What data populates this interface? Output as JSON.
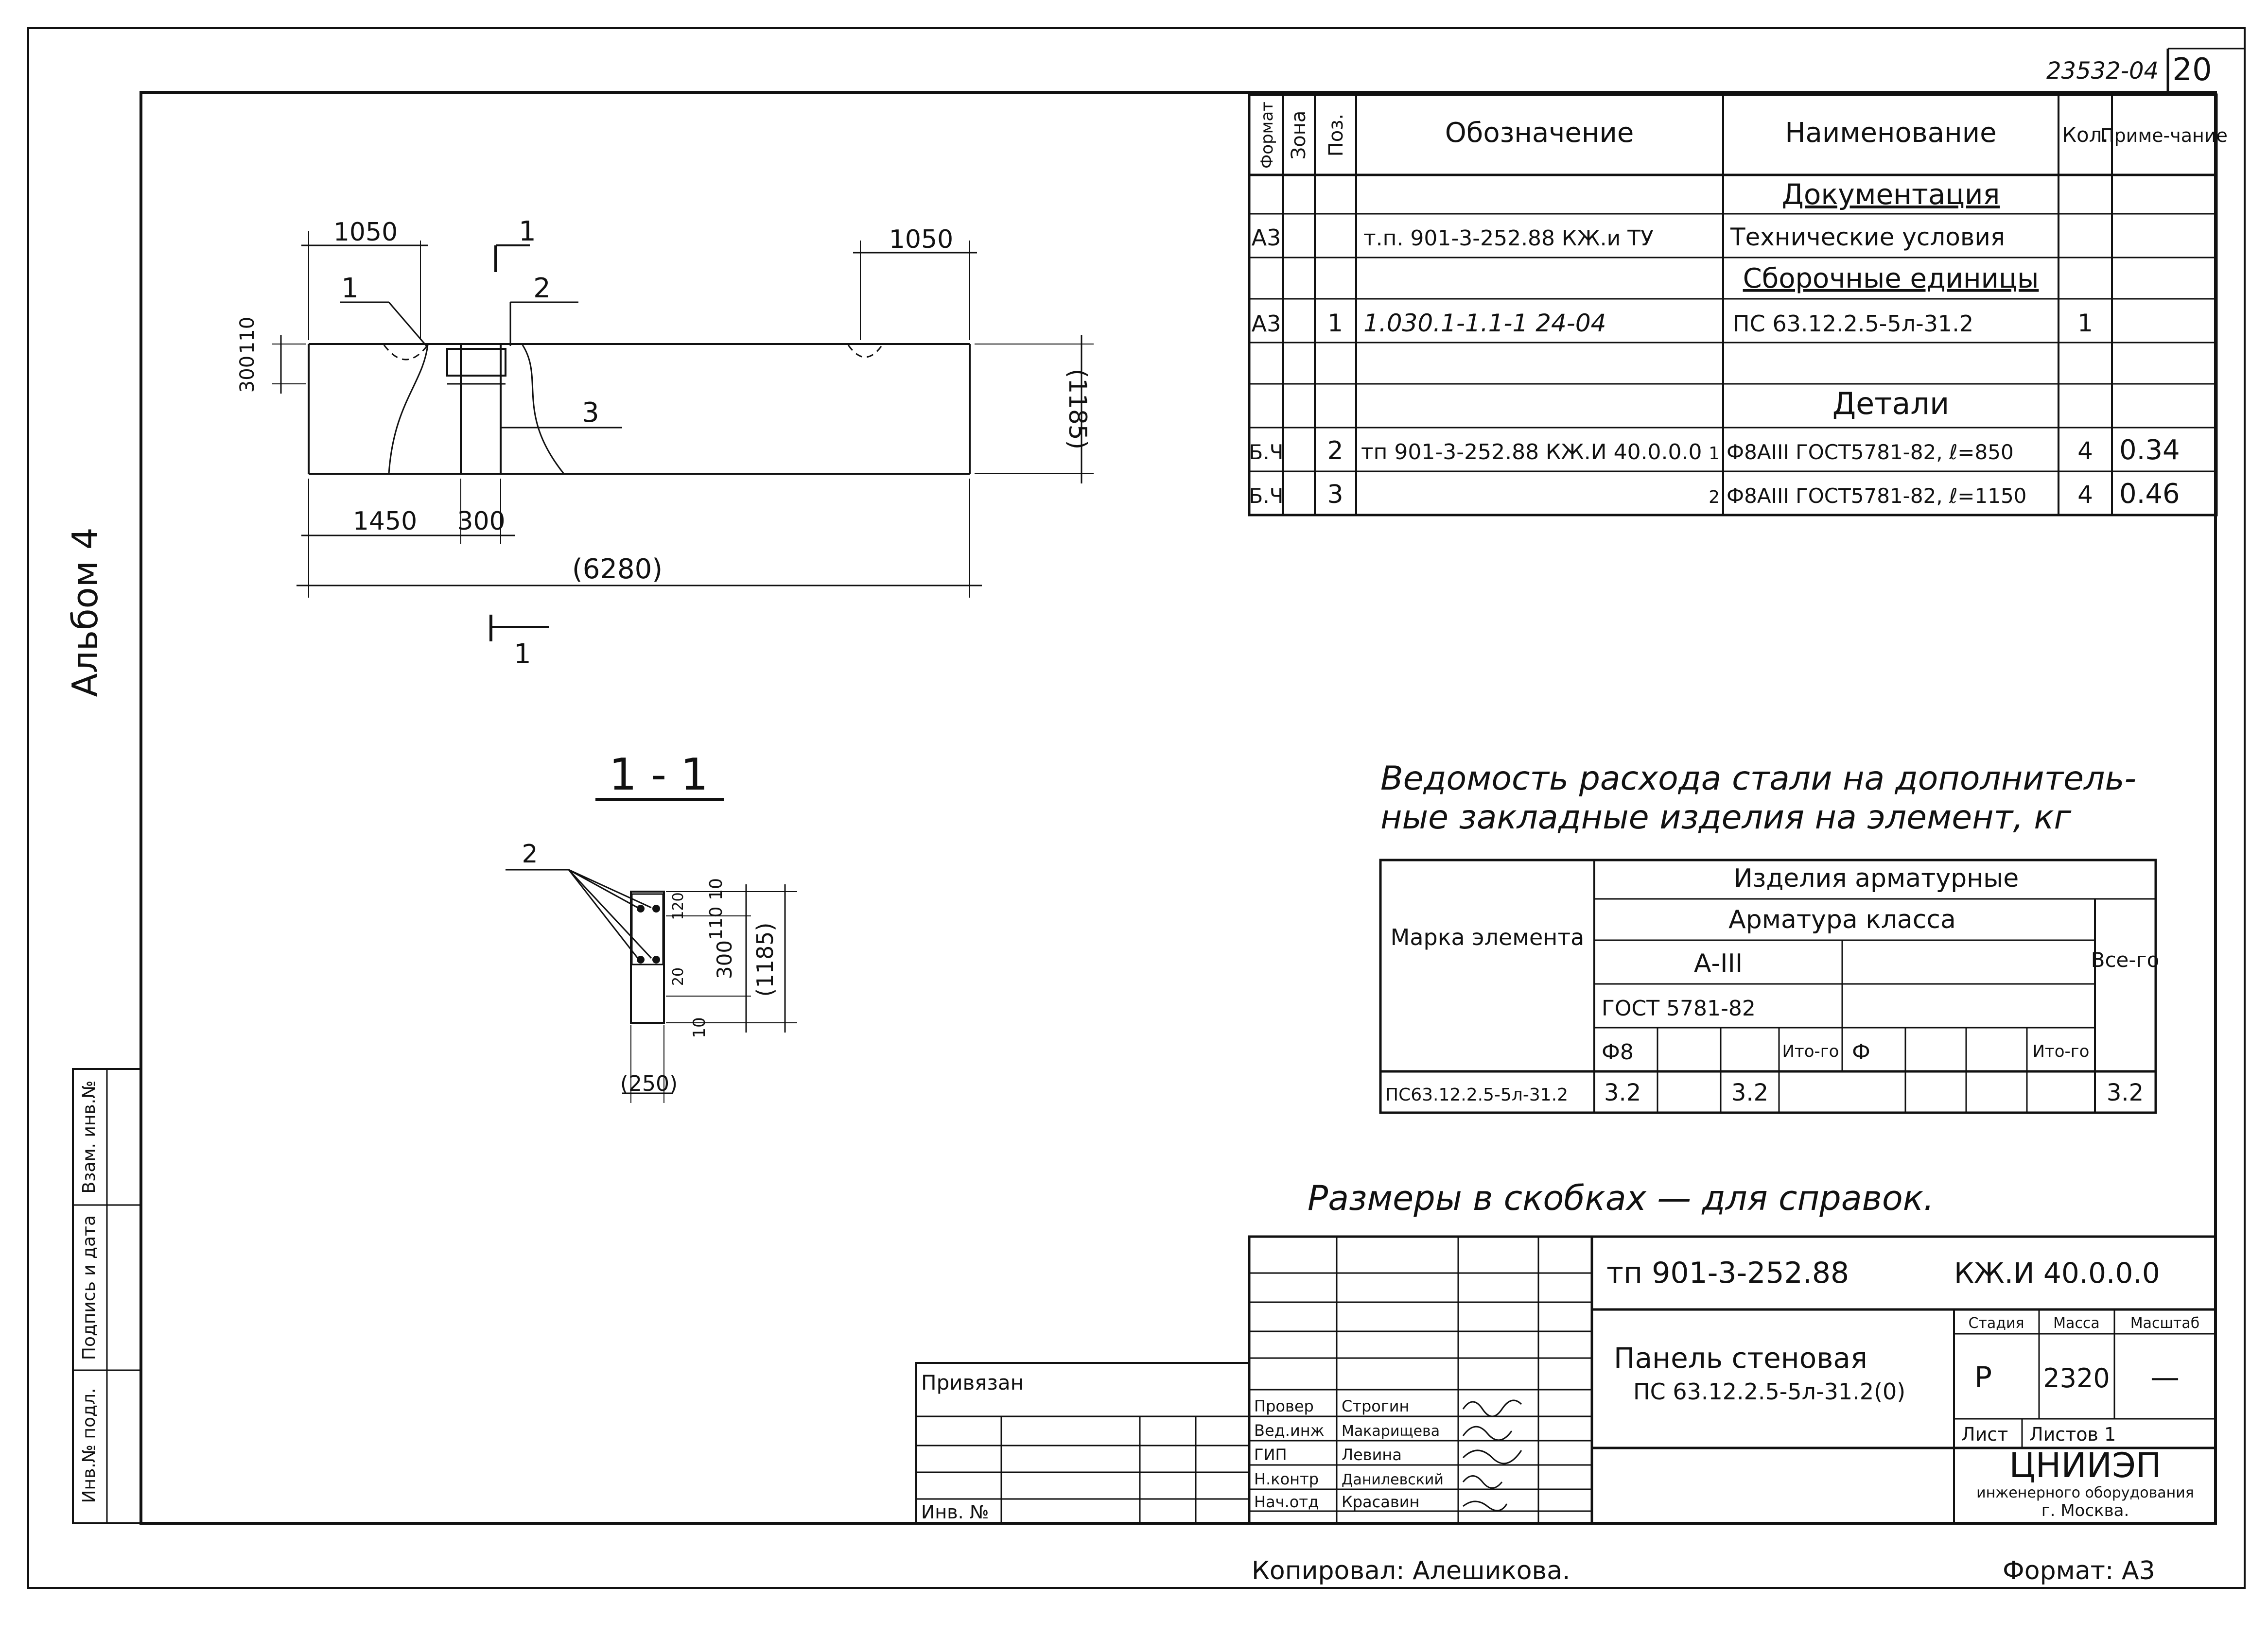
{
  "sheet": {
    "code": "23532-04",
    "number": "20",
    "album": "Альбом 4",
    "copied_by": "Копировал: Алешикова.",
    "format": "Формат: А3"
  },
  "side_stamp": {
    "cells": [
      "Инв.№ подл.",
      "Подпись и дата",
      "Взам. инв.№"
    ]
  },
  "spec_table": {
    "headers": {
      "format": "Формат",
      "zone": "Зона",
      "pos": "Поз.",
      "designation": "Обозначение",
      "name": "Наименование",
      "qty": "Кол.",
      "note": "Приме-чание"
    },
    "section_doc": "Документация",
    "row_doc": {
      "format": "А3",
      "designation": "т.п. 901-3-252.88  КЖ.и ТУ",
      "name": "Технические условия"
    },
    "section_asm": "Сборочные единицы",
    "row_asm": {
      "format": "А3",
      "pos": "1",
      "designation": "1.030.1-1.1-1   24-04",
      "name": "ПС 63.12.2.5-5л-31.2",
      "qty": "1"
    },
    "section_det": "Детали",
    "row_det1": {
      "format": "Б.Ч",
      "pos": "2",
      "designation": "тп 901-3-252.88 КЖ.И 40.0.0.0",
      "sub": "1",
      "name": "Ф8АIII ГОСТ5781-82, ℓ=850",
      "qty": "4",
      "note": "0.34"
    },
    "row_det2": {
      "format": "Б.Ч",
      "pos": "3",
      "sub": "2",
      "name": "Ф8АIII ГОСТ5781-82, ℓ=1150",
      "qty": "4",
      "note": "0.46"
    }
  },
  "steel": {
    "title1": "Ведомость расхода стали на дополнитель-",
    "title2": "ные закладные изделия на элемент, кг",
    "mark_header": "Марка элемента",
    "group": "Изделия арматурные",
    "class_header": "Арматура класса",
    "class_a3": "А-III",
    "gost": "ГОСТ 5781-82",
    "phi8": "Ф8",
    "itogo": "Ито-го",
    "phi": "Ф",
    "itogo2": "Ито-го",
    "total": "Все-го",
    "row_mark": "ПС63.12.2.5-5л-31.2",
    "row_phi8": "3.2",
    "row_itogo": "3.2",
    "row_total": "3.2"
  },
  "note": "Размеры в скобках — для справок.",
  "drawing": {
    "dims": {
      "d1050a": "1050",
      "d1050b": "1050",
      "d1450": "1450",
      "d300": "300",
      "d6280": "(6280)",
      "d1185": "(1185)",
      "d300v": "300",
      "d110": "110"
    },
    "section_mark": "1",
    "section_mark2": "1",
    "callouts": {
      "c1": "1",
      "c2": "2",
      "c3": "3"
    },
    "section_title": "1 - 1",
    "sec": {
      "c2": "2",
      "d10a": "10",
      "d110": "110",
      "d300": "300",
      "d1185": "(1185)",
      "d120": "120",
      "d20": "20",
      "d10b": "10",
      "d250": "(250)"
    }
  },
  "title_block": {
    "doc_code": "тп 901-3-252.88",
    "doc_mark": "КЖ.И 40.0.0.0",
    "privyazan": "Привязан",
    "inv_no": "Инв. №",
    "roles": [
      "Провер",
      "Вед.инж",
      "ГИП",
      "Н.контр",
      "Нач.отд"
    ],
    "names": [
      "Строгин",
      "Макарищева",
      "Левина",
      "Данилевский",
      "Красавин"
    ],
    "title1": "Панель стеновая",
    "title2": "ПС 63.12.2.5-5л-31.2(0)",
    "stage_h": "Стадия",
    "mass_h": "Масса",
    "scale_h": "Масштаб",
    "stage": "Р",
    "mass": "2320",
    "scale": "—",
    "sheet_h": "Лист",
    "sheets_h": "Листов 1",
    "org": "ЦНИИЭП",
    "org2": "инженерного оборудования",
    "org3": "г. Москва."
  }
}
